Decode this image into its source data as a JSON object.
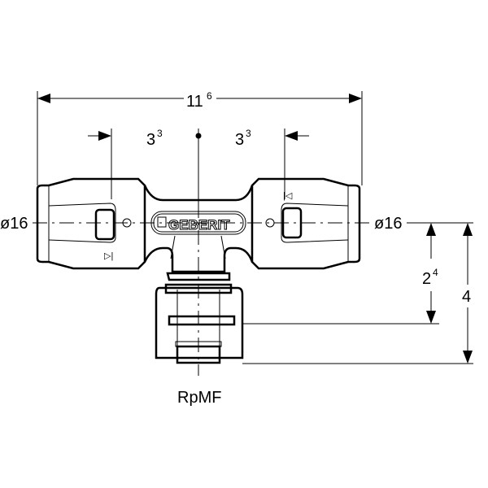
{
  "title": "Geberit tee fitting with female thread - dimension drawing",
  "dimensions": {
    "overall_length": {
      "main": "11",
      "sup": "6"
    },
    "left_half": {
      "main": "3",
      "sup": "3"
    },
    "right_half": {
      "main": "3",
      "sup": "3"
    },
    "left_diameter": "ø16",
    "right_diameter": "ø16",
    "branch_depth": {
      "main": "2",
      "sup": "4"
    },
    "branch_height": "4"
  },
  "thread_label": "RpMF",
  "logo_text": "GEBERIT"
}
